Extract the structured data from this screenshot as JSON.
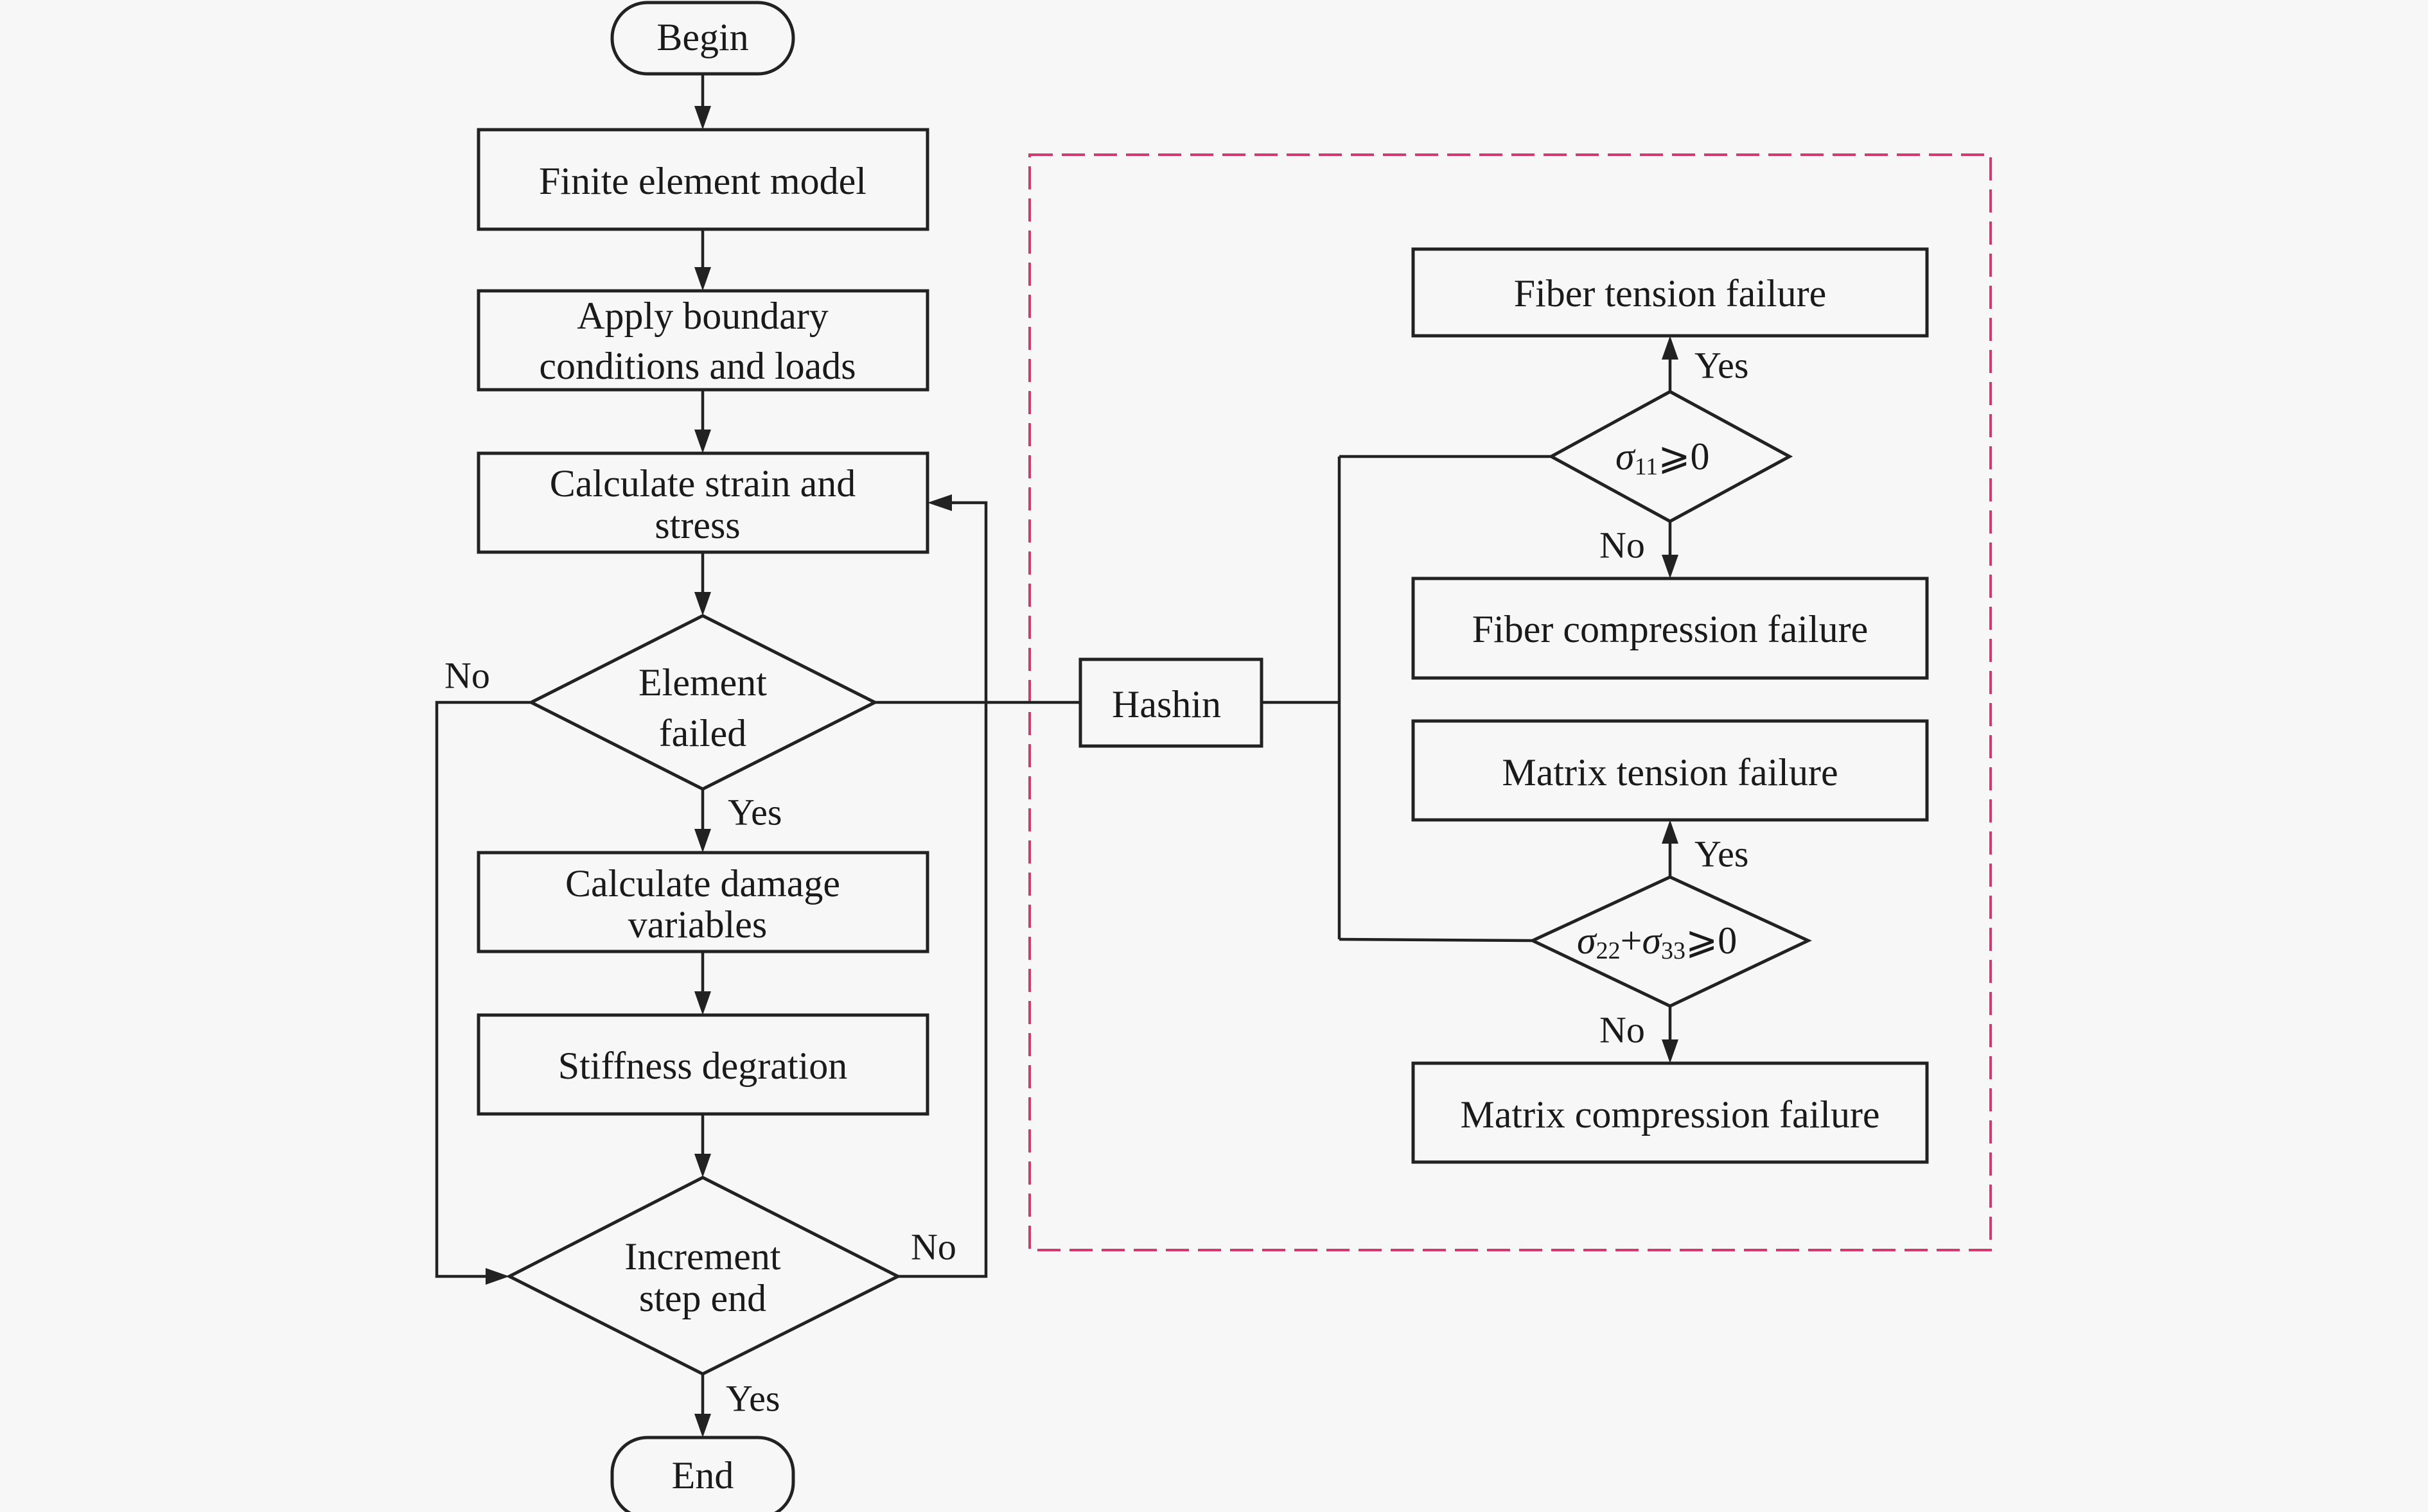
{
  "diagram": {
    "type": "flowchart",
    "colors": {
      "background": "#f7f7f7",
      "stroke": "#222222",
      "dashed_group_border": "#d23a6c"
    },
    "main_flow": {
      "begin": "Begin",
      "finite_element_model": "Finite element model",
      "apply_boundary": [
        "Apply boundary",
        "conditions and loads"
      ],
      "calculate_strain": [
        "Calculate strain and",
        "stress"
      ],
      "element_failed": [
        "Element",
        "failed"
      ],
      "calculate_damage": [
        "Calculate damage",
        "variables"
      ],
      "stiffness_degration": "Stiffness degration",
      "increment_step_end": [
        "Increment",
        "step end"
      ],
      "end": "End"
    },
    "edge_labels": {
      "element_failed_no": "No",
      "element_failed_yes": "Yes",
      "increment_no": "No",
      "increment_yes": "Yes",
      "sigma11_yes": "Yes",
      "sigma11_no": "No",
      "sigma22_yes": "Yes",
      "sigma22_no": "No"
    },
    "hashin_group": {
      "criterion": "Hashin",
      "fiber_condition": {
        "symbol": "σ",
        "sub1": "11",
        "rel": "⩾0"
      },
      "matrix_condition": {
        "symbol": "σ",
        "sub1": "22",
        "plus": "+",
        "symbol2": "σ",
        "sub2": "33",
        "rel": "⩾0"
      },
      "fiber_tension_failure": "Fiber tension failure",
      "fiber_compression_failure": "Fiber compression failure",
      "matrix_tension_failure": "Matrix tension failure",
      "matrix_compression_failure": "Matrix compression failure"
    }
  }
}
